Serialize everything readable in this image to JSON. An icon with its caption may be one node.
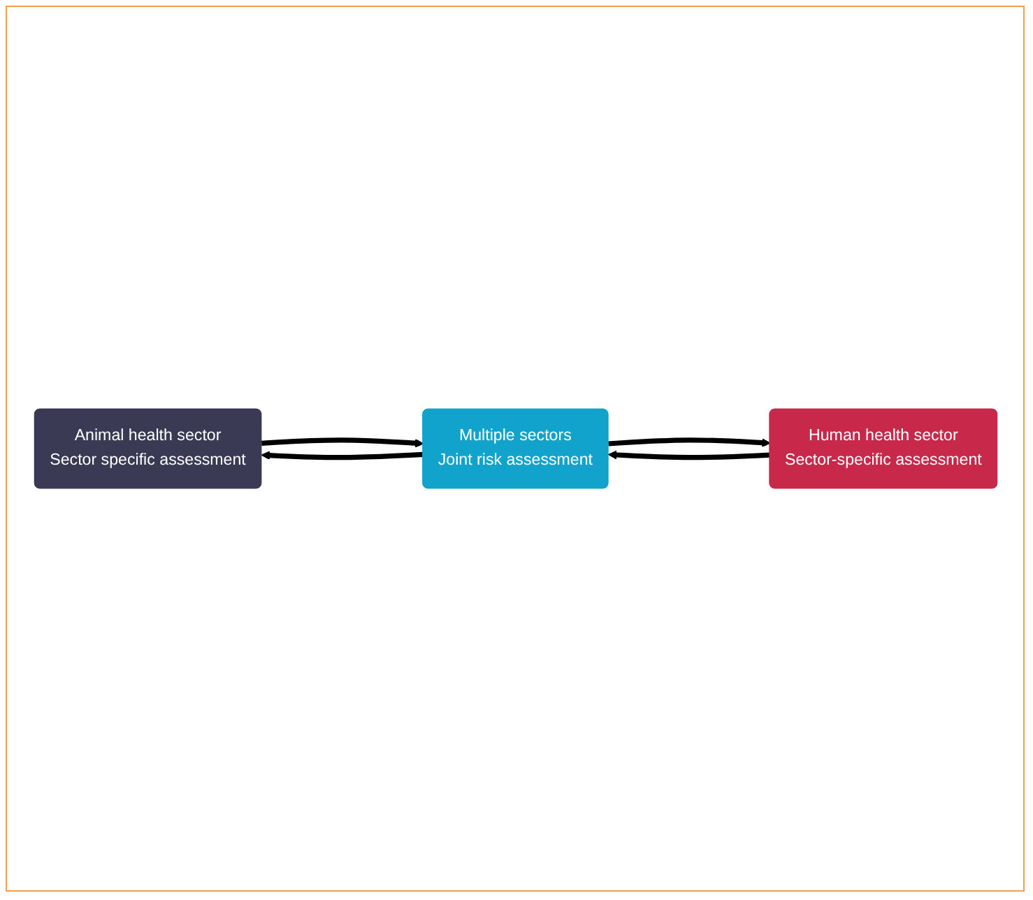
{
  "diagram": {
    "nodes": [
      {
        "text": [
          "Animal health sector",
          "Sector specific assessment"
        ]
      },
      {
        "text": [
          "Multiple sectors",
          "Joint risk assessment"
        ]
      },
      {
        "text": [
          "Human health sector",
          "Sector-specific assessment"
        ]
      }
    ],
    "edges": [
      {
        "from": 1,
        "to": 0,
        "arrow": "to"
      },
      {
        "from": 0,
        "to": 1,
        "arrow": "to"
      },
      {
        "from": 2,
        "to": 1,
        "arrow": "to"
      },
      {
        "from": 1,
        "to": 2,
        "arrow": "to"
      }
    ]
  }
}
